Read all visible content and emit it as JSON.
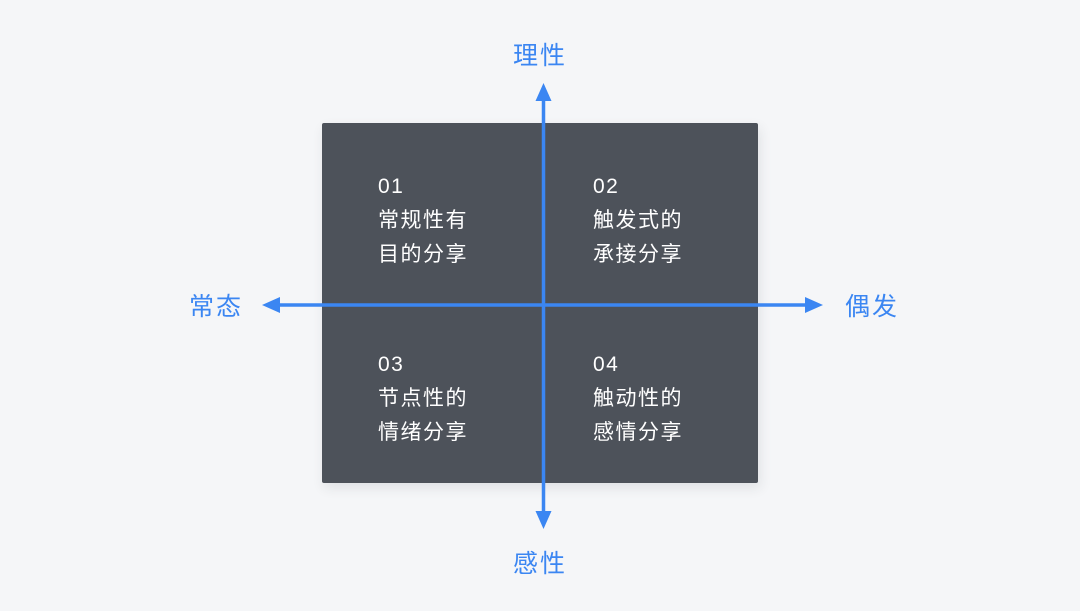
{
  "colors": {
    "background": "#f5f6f8",
    "box": "#4d525a",
    "accent_blue": "#3b86f2",
    "quadrant_text": "#ffffff"
  },
  "axes": {
    "top_label": "理性",
    "bottom_label": "感性",
    "left_label": "常态",
    "right_label": "偶发"
  },
  "quadrants": [
    {
      "number": "01",
      "line1": "常规性有",
      "line2": "目的分享"
    },
    {
      "number": "02",
      "line1": "触发式的",
      "line2": "承接分享"
    },
    {
      "number": "03",
      "line1": "节点性的",
      "line2": "情绪分享"
    },
    {
      "number": "04",
      "line1": "触动性的",
      "line2": "感情分享"
    }
  ]
}
